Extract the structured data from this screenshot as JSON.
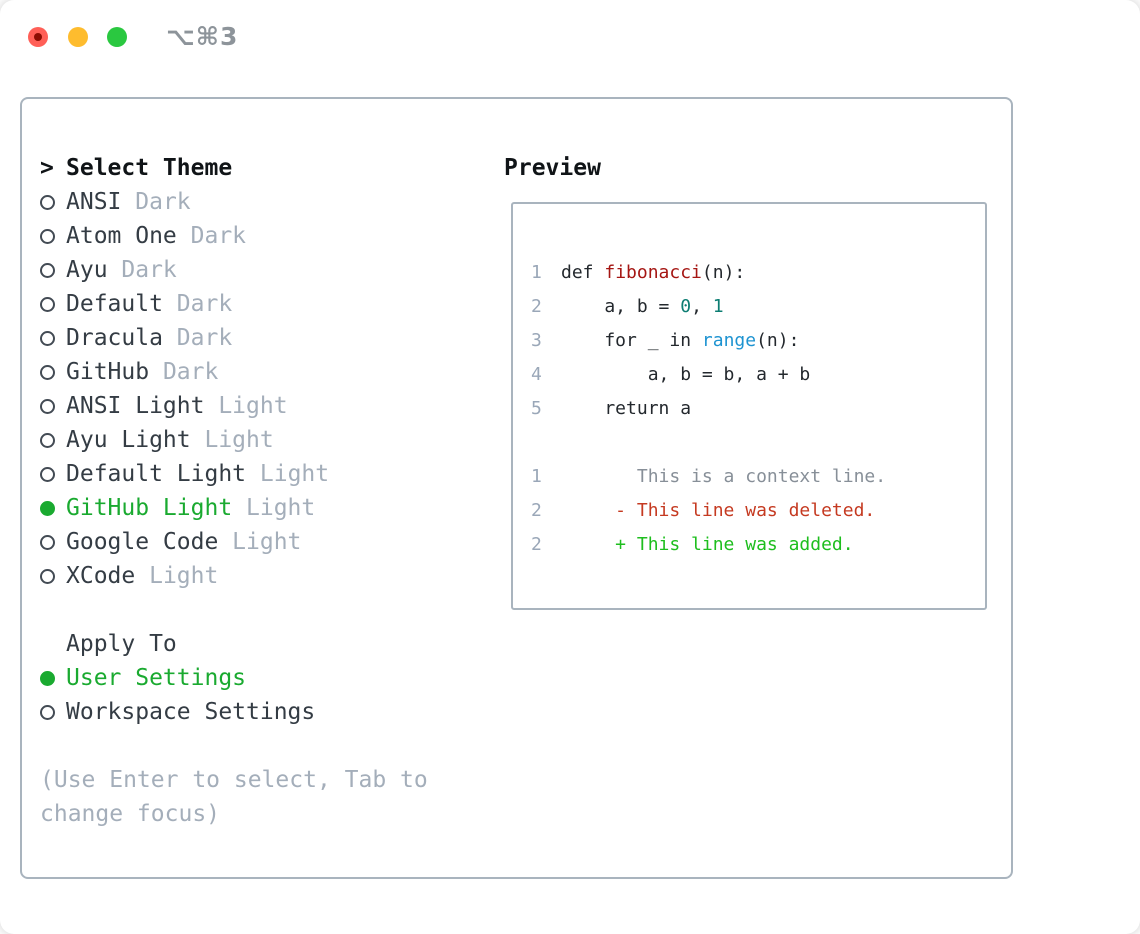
{
  "window": {
    "title": "⌥⌘3"
  },
  "traffic_lights": {
    "close_color": "#ff5f57",
    "close_dot_color": "#8c0d03",
    "minimize_color": "#febc2e",
    "zoom_color": "#2ac840"
  },
  "colors": {
    "title_gray": "#8d949a",
    "panel_border": "#a9b4be",
    "heading_black": "#101417",
    "item_text": "#343c44",
    "tag_gray": "#a4aeba",
    "hint_gray": "#a4aeba",
    "selected_green": "#1aaa30",
    "radio_ring": "#434b54",
    "line_number_gray": "#9aa7b8",
    "code_text": "#23282d",
    "function_red": "#a51613",
    "number_teal": "#0c7d72",
    "builtin_blue": "#1d93d1",
    "context_gray": "#878f98",
    "deleted_red": "#c53a21",
    "added_green": "#1ebe1e"
  },
  "theme_picker": {
    "heading_prefix": ">",
    "heading": "Select Theme",
    "items": [
      {
        "name": "ANSI",
        "tag": "Dark",
        "selected": false
      },
      {
        "name": "Atom One",
        "tag": "Dark",
        "selected": false
      },
      {
        "name": "Ayu",
        "tag": "Dark",
        "selected": false
      },
      {
        "name": "Default",
        "tag": "Dark",
        "selected": false
      },
      {
        "name": "Dracula",
        "tag": "Dark",
        "selected": false
      },
      {
        "name": "GitHub",
        "tag": "Dark",
        "selected": false
      },
      {
        "name": "ANSI Light",
        "tag": "Light",
        "selected": false
      },
      {
        "name": "Ayu Light",
        "tag": "Light",
        "selected": false
      },
      {
        "name": "Default Light",
        "tag": "Light",
        "selected": false
      },
      {
        "name": "GitHub Light",
        "tag": "Light",
        "selected": true
      },
      {
        "name": "Google Code",
        "tag": "Light",
        "selected": false
      },
      {
        "name": "XCode",
        "tag": "Light",
        "selected": false
      }
    ]
  },
  "apply_to": {
    "heading": "Apply To",
    "options": [
      {
        "label": "User Settings",
        "selected": true
      },
      {
        "label": "Workspace Settings",
        "selected": false
      }
    ]
  },
  "hint": "(Use Enter to select, Tab to change focus)",
  "preview": {
    "heading": "Preview",
    "lines": [
      {
        "num": "1",
        "tokens": [
          {
            "t": "def ",
            "c": "code"
          },
          {
            "t": "fibonacci",
            "c": "fn"
          },
          {
            "t": "(n):",
            "c": "code"
          }
        ]
      },
      {
        "num": "2",
        "tokens": [
          {
            "t": "    a, b = ",
            "c": "code"
          },
          {
            "t": "0",
            "c": "num"
          },
          {
            "t": ", ",
            "c": "code"
          },
          {
            "t": "1",
            "c": "num"
          }
        ]
      },
      {
        "num": "3",
        "tokens": [
          {
            "t": "    for _ in ",
            "c": "code"
          },
          {
            "t": "range",
            "c": "builtin"
          },
          {
            "t": "(n):",
            "c": "code"
          }
        ]
      },
      {
        "num": "4",
        "tokens": [
          {
            "t": "        a, b = b, a + b",
            "c": "code"
          }
        ]
      },
      {
        "num": "5",
        "tokens": [
          {
            "t": "    return a",
            "c": "code"
          }
        ]
      },
      {
        "num": "",
        "tokens": []
      },
      {
        "num": "1",
        "tokens": [
          {
            "t": "       This is a context line.",
            "c": "ctx"
          }
        ]
      },
      {
        "num": "2",
        "tokens": [
          {
            "t": "     - This line was deleted.",
            "c": "del"
          }
        ]
      },
      {
        "num": "2",
        "tokens": [
          {
            "t": "     + This line was added.",
            "c": "add"
          }
        ]
      }
    ]
  }
}
